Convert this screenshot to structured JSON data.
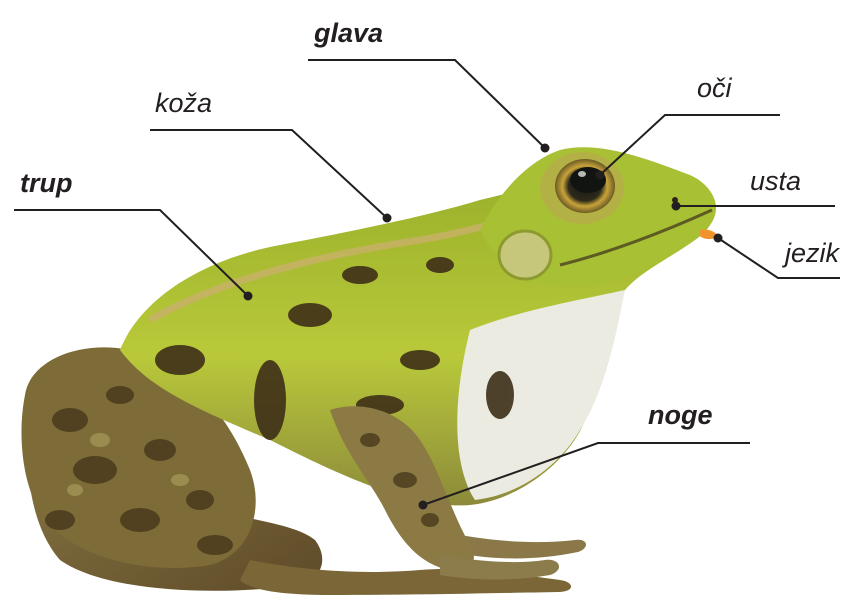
{
  "labels": {
    "glava": "glava",
    "koza": "koža",
    "oci": "oči",
    "trup": "trup",
    "usta": "usta",
    "jezik": "jezik",
    "noge": "noge"
  },
  "colors": {
    "background": "#ffffff",
    "label_text": "#231f20",
    "leader_line": "#231f20",
    "frog_body_green": "#9fb52c",
    "frog_skin_brown": "#6e5a2e",
    "frog_belly": "#ecebe1",
    "frog_tongue": "#f0932a"
  }
}
